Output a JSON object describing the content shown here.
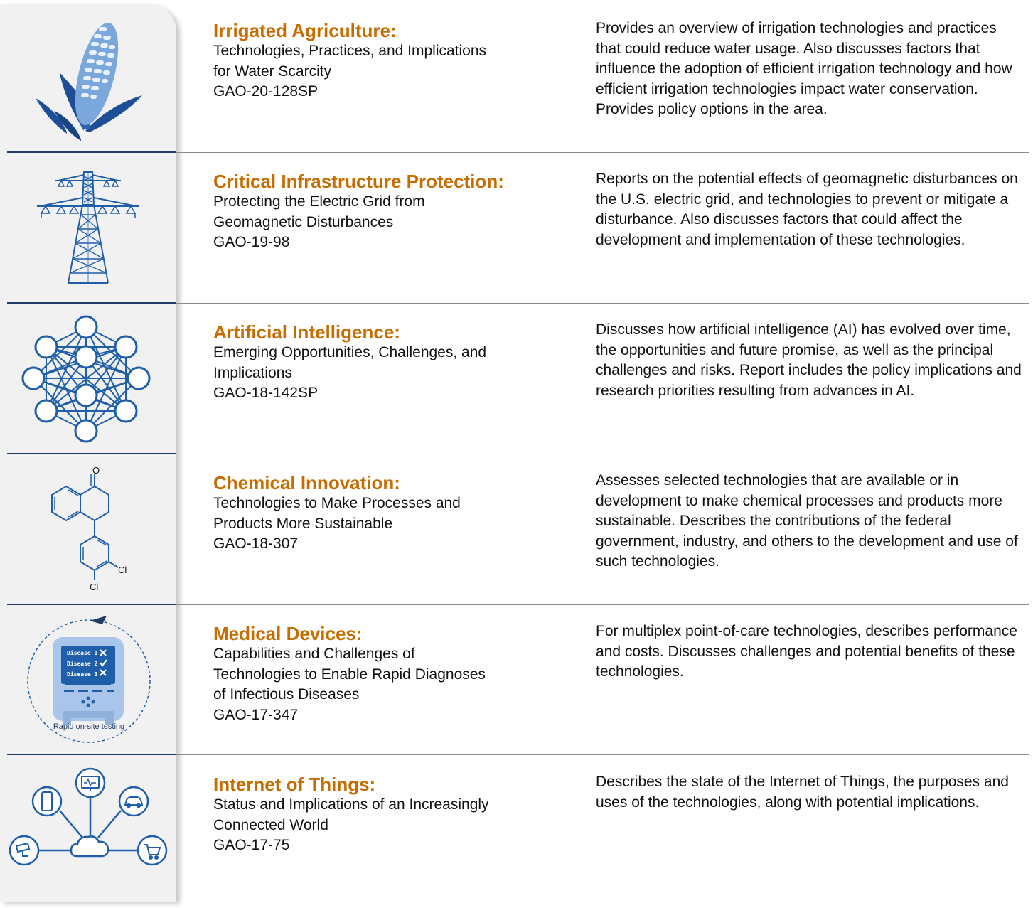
{
  "reports": [
    {
      "title": "Irrigated Agriculture:",
      "subtitle": "Technologies, Practices, and Implications\nfor Water Scarcity",
      "code": "GAO-20-128SP",
      "description": "Provides an overview of irrigation technologies and practices that could reduce water usage. Also discusses factors that influence the adoption of efficient irrigation technology and how efficient irrigation technologies impact water conservation. Provides policy options in the area.",
      "icon": "corn-icon"
    },
    {
      "title": "Critical Infrastructure Protection:",
      "subtitle": "Protecting the Electric Grid from\nGeomagnetic Disturbances",
      "code": "GAO-19-98",
      "description": "Reports on the potential effects of geomagnetic disturbances on the U.S. electric grid, and technologies to prevent or mitigate a disturbance. Also discusses factors that could affect the development and implementation of these technologies.",
      "icon": "transmission-tower-icon"
    },
    {
      "title": "Artificial Intelligence:",
      "subtitle": "Emerging Opportunities, Challenges, and\nImplications",
      "code": "GAO-18-142SP",
      "description": "Discusses how artificial intelligence (AI) has evolved over time, the opportunities and future promise, as well as the principal challenges and risks. Report includes the policy implications and research priorities resulting from advances in AI.",
      "icon": "neural-network-icon"
    },
    {
      "title": "Chemical Innovation:",
      "subtitle": "Technologies to Make Processes and\nProducts More Sustainable",
      "code": "GAO-18-307",
      "description": "Assesses selected technologies that are available or in development to make chemical processes and products more sustainable. Describes the contributions of the federal government, industry, and others to the development and use of such technologies.",
      "icon": "chemical-structure-icon",
      "icon_labels": {
        "oxygen": "O",
        "chlorine_1": "Cl",
        "chlorine_2": "Cl"
      }
    },
    {
      "title": "Medical Devices:",
      "subtitle": "Capabilities and Challenges of\nTechnologies to Enable Rapid Diagnoses\nof Infectious Diseases",
      "code": "GAO-17-347",
      "description": "For multiplex point-of-care technologies, describes performance and costs. Discusses challenges and potential benefits of these technologies.",
      "icon": "diagnostic-device-icon",
      "icon_labels": {
        "disease_1": "Disease 1",
        "disease_2": "Disease 2",
        "disease_3": "Disease 3",
        "caption": "Rapid on-site testing"
      }
    },
    {
      "title": "Internet of Things:",
      "subtitle": "Status and Implications of an Increasingly\nConnected World",
      "code": "GAO-17-75",
      "description": "Describes the state of the Internet of Things, the purposes and uses of the technologies, along with potential implications.",
      "icon": "iot-network-icon"
    }
  ],
  "colors": {
    "title": "#c76d00",
    "icon_blue": "#1f5ea8",
    "rule_navy": "#1f3b66",
    "sidebar": "#f1f1f2"
  }
}
